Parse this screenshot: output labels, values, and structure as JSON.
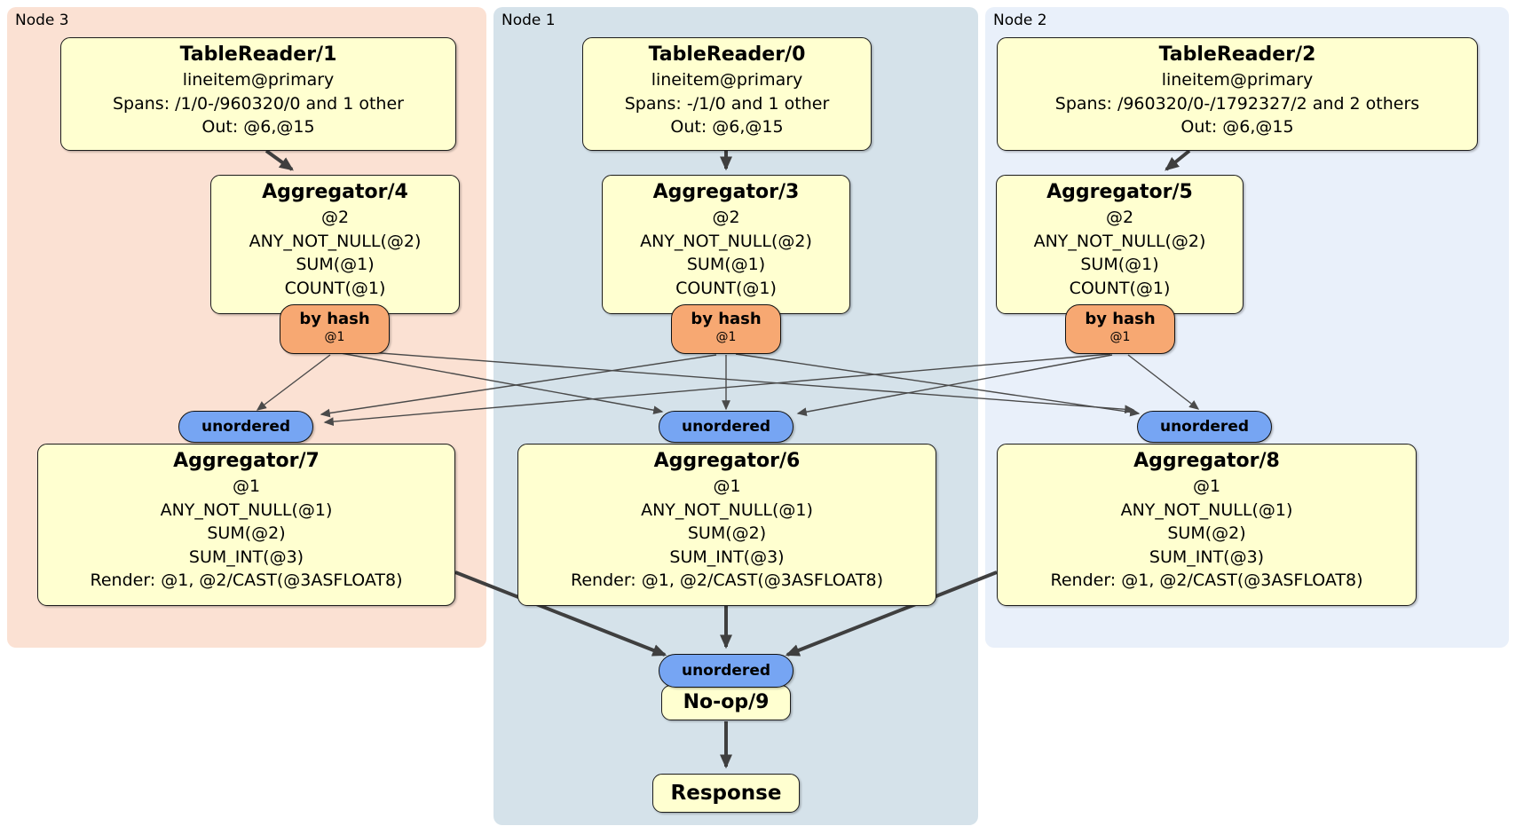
{
  "diagram": {
    "regions": [
      {
        "label": "Node 3"
      },
      {
        "label": "Node 1"
      },
      {
        "label": "Node 2"
      }
    ],
    "router_label": "by hash",
    "router_detail": "@1",
    "sync_label": "unordered",
    "boxes": {
      "tr1": {
        "title": "TableReader/1",
        "lines": [
          "lineitem@primary",
          "Spans: /1/0-/960320/0 and 1 other",
          "Out: @6,@15"
        ]
      },
      "tr0": {
        "title": "TableReader/0",
        "lines": [
          "lineitem@primary",
          "Spans: -/1/0 and 1 other",
          "Out: @6,@15"
        ]
      },
      "tr2": {
        "title": "TableReader/2",
        "lines": [
          "lineitem@primary",
          "Spans: /960320/0-/1792327/2 and 2 others",
          "Out: @6,@15"
        ]
      },
      "agg4": {
        "title": "Aggregator/4",
        "lines": [
          "@2",
          "ANY_NOT_NULL(@2)",
          "SUM(@1)",
          "COUNT(@1)"
        ]
      },
      "agg3": {
        "title": "Aggregator/3",
        "lines": [
          "@2",
          "ANY_NOT_NULL(@2)",
          "SUM(@1)",
          "COUNT(@1)"
        ]
      },
      "agg5": {
        "title": "Aggregator/5",
        "lines": [
          "@2",
          "ANY_NOT_NULL(@2)",
          "SUM(@1)",
          "COUNT(@1)"
        ]
      },
      "agg7": {
        "title": "Aggregator/7",
        "lines": [
          "@1",
          "ANY_NOT_NULL(@1)",
          "SUM(@2)",
          "SUM_INT(@3)",
          "Render: @1, @2/CAST(@3ASFLOAT8)"
        ]
      },
      "agg6": {
        "title": "Aggregator/6",
        "lines": [
          "@1",
          "ANY_NOT_NULL(@1)",
          "SUM(@2)",
          "SUM_INT(@3)",
          "Render: @1, @2/CAST(@3ASFLOAT8)"
        ]
      },
      "agg8": {
        "title": "Aggregator/8",
        "lines": [
          "@1",
          "ANY_NOT_NULL(@1)",
          "SUM(@2)",
          "SUM_INT(@3)",
          "Render: @1, @2/CAST(@3ASFLOAT8)"
        ]
      },
      "noop": {
        "title": "No-op/9"
      },
      "response": {
        "title": "Response"
      }
    },
    "colors": {
      "node3_bg": "#fbe1d3",
      "node1_bg": "#d5e2ea",
      "node2_bg": "#e9f0fa",
      "processor_fill": "#ffffd0",
      "router_fill": "#f7a872",
      "sync_fill": "#76a5f3",
      "edge_color": "#4a4a4a"
    }
  }
}
